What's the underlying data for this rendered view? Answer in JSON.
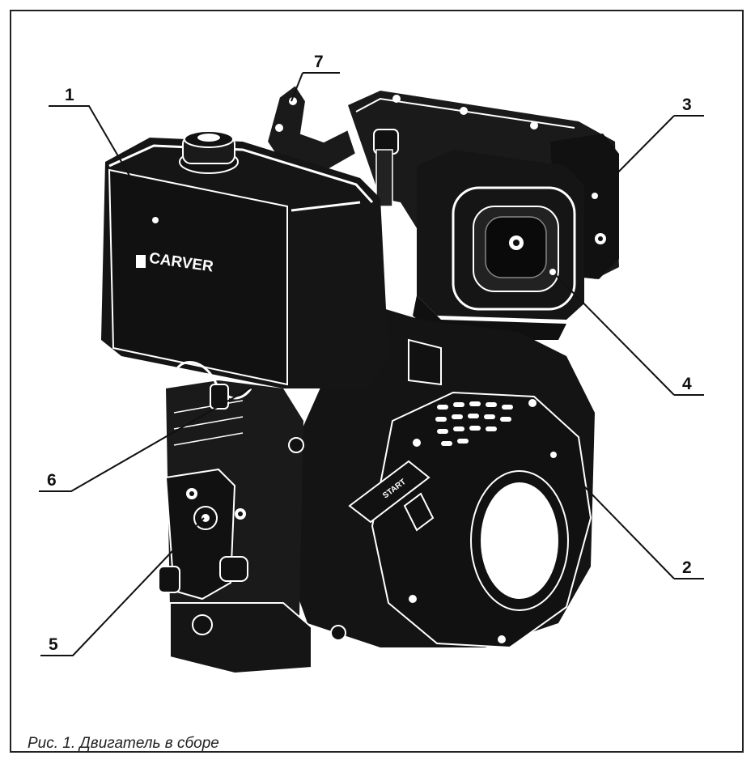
{
  "figure": {
    "caption": "Рис. 1. Двигатель в сборе",
    "brand_label": "CARVER",
    "start_label": "START",
    "callouts": [
      {
        "id": "1",
        "label": "1"
      },
      {
        "id": "2",
        "label": "2"
      },
      {
        "id": "3",
        "label": "3"
      },
      {
        "id": "4",
        "label": "4"
      },
      {
        "id": "5",
        "label": "5"
      },
      {
        "id": "6",
        "label": "6"
      },
      {
        "id": "7",
        "label": "7"
      }
    ]
  },
  "colors": {
    "ink": "#111111",
    "body": "#1a1a1a",
    "highlight": "#ffffff",
    "frame": "#222222"
  }
}
